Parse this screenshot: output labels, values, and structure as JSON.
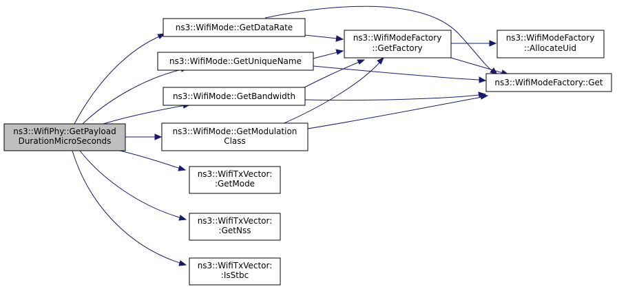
{
  "colors": {
    "node_fill": "#ffffff",
    "root_fill": "#bfbfbf",
    "node_border": "#000000",
    "edge": "#191970"
  },
  "nodes": [
    {
      "id": "root",
      "lines": [
        "ns3::WifiPhy::GetPayload",
        "DurationMicroSeconds"
      ]
    },
    {
      "id": "getdatarate",
      "lines": [
        "ns3::WifiMode::GetDataRate"
      ]
    },
    {
      "id": "getuniquename",
      "lines": [
        "ns3::WifiMode::GetUniqueName"
      ]
    },
    {
      "id": "getbandwidth",
      "lines": [
        "ns3::WifiMode::GetBandwidth"
      ]
    },
    {
      "id": "getmodulationclass",
      "lines": [
        "ns3::WifiMode::GetModulation",
        "Class"
      ]
    },
    {
      "id": "getmode",
      "lines": [
        "ns3::WifiTxVector:",
        ":GetMode"
      ]
    },
    {
      "id": "getnss",
      "lines": [
        "ns3::WifiTxVector:",
        ":GetNss"
      ]
    },
    {
      "id": "isstbc",
      "lines": [
        "ns3::WifiTxVector:",
        ":IsStbc"
      ]
    },
    {
      "id": "getfactory",
      "lines": [
        "ns3::WifiModeFactory",
        "::GetFactory"
      ]
    },
    {
      "id": "allocateuid",
      "lines": [
        "ns3::WifiModeFactory",
        "::AllocateUid"
      ]
    },
    {
      "id": "get",
      "lines": [
        "ns3::WifiModeFactory::Get"
      ]
    }
  ],
  "edges": [
    {
      "from": "root",
      "to": "getdatarate"
    },
    {
      "from": "root",
      "to": "getuniquename"
    },
    {
      "from": "root",
      "to": "getbandwidth"
    },
    {
      "from": "root",
      "to": "getmodulationclass"
    },
    {
      "from": "root",
      "to": "getmode"
    },
    {
      "from": "root",
      "to": "getnss"
    },
    {
      "from": "root",
      "to": "isstbc"
    },
    {
      "from": "getdatarate",
      "to": "getfactory"
    },
    {
      "from": "getdatarate",
      "to": "get"
    },
    {
      "from": "getuniquename",
      "to": "getfactory"
    },
    {
      "from": "getuniquename",
      "to": "get"
    },
    {
      "from": "getbandwidth",
      "to": "getfactory"
    },
    {
      "from": "getbandwidth",
      "to": "get"
    },
    {
      "from": "getmodulationclass",
      "to": "getfactory"
    },
    {
      "from": "getmodulationclass",
      "to": "get"
    },
    {
      "from": "getfactory",
      "to": "allocateuid"
    },
    {
      "from": "getfactory",
      "to": "get"
    }
  ]
}
